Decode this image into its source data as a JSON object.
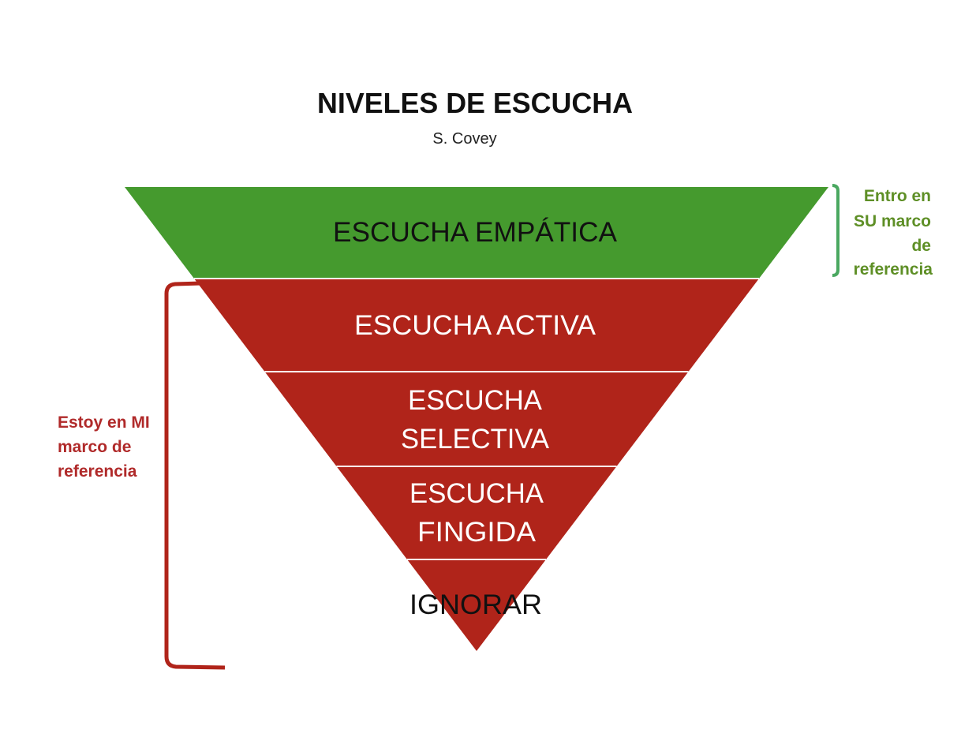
{
  "title": "NIVELES DE ESCUCHA",
  "subtitle": "S. Covey",
  "levels": [
    {
      "lines": [
        "ESCUCHA EMPÁTICA"
      ],
      "color": "#459a2e",
      "text_color": "#111111"
    },
    {
      "lines": [
        "ESCUCHA ACTIVA"
      ],
      "color": "#b0241a",
      "text_color": "#ffffff"
    },
    {
      "lines": [
        "ESCUCHA",
        "SELECTIVA"
      ],
      "color": "#b0241a",
      "text_color": "#ffffff"
    },
    {
      "lines": [
        "ESCUCHA",
        "FINGIDA"
      ],
      "color": "#b0241a",
      "text_color": "#ffffff"
    },
    {
      "lines": [
        "IGNORAR"
      ],
      "color": "#b0241a",
      "text_color": "#111111"
    }
  ],
  "right_note": {
    "lines": [
      "Entro en",
      "SU marco",
      "de",
      "referencia"
    ],
    "color": "#5e8f26",
    "bracket_color": "#4aa860"
  },
  "left_note": {
    "lines": [
      "Estoy en MI",
      "marco de",
      "referencia"
    ],
    "color": "#b02a2a",
    "bracket_color": "#b0241a"
  }
}
